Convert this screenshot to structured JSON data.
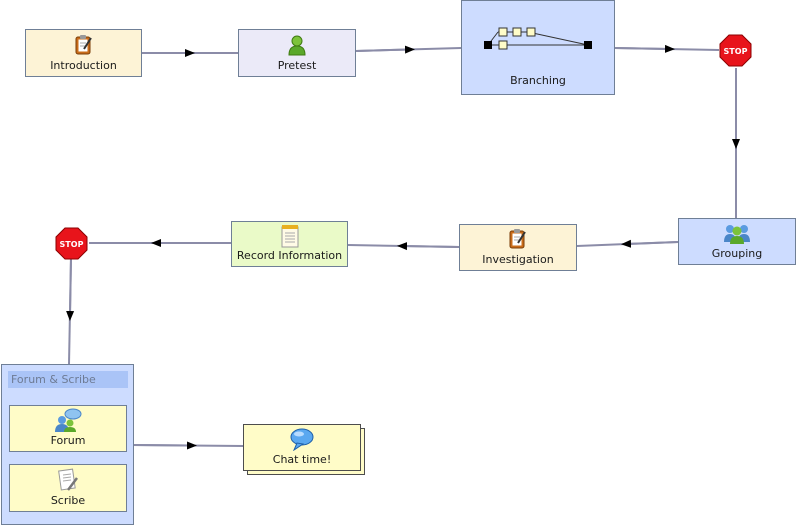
{
  "colors": {
    "edge": "#8b8ca8",
    "activity_tool": "#fdf3d6",
    "activity_assessment": "#ebeaf8",
    "activity_branching": "#cddcff",
    "activity_grouping": "#cddcff",
    "activity_record": "#eafac8",
    "activity_collab": "#fffcc8",
    "group_box": "#cddcff",
    "stop": "#e8141b"
  },
  "activities": {
    "introduction": {
      "label": "Introduction",
      "icon": "clipboard-pencil-icon"
    },
    "pretest": {
      "label": "Pretest",
      "icon": "person-icon"
    },
    "branching": {
      "label": "Branching",
      "icon": "branching-icon"
    },
    "grouping": {
      "label": "Grouping",
      "icon": "group-people-icon"
    },
    "investigation": {
      "label": "Investigation",
      "icon": "clipboard-pencil-icon"
    },
    "record_information": {
      "label": "Record Information",
      "icon": "notepad-icon"
    },
    "forum_scribe": {
      "title": "Forum & Scribe",
      "forum": {
        "label": "Forum",
        "icon": "forum-people-icon"
      },
      "scribe": {
        "label": "Scribe",
        "icon": "document-pencil-icon"
      }
    },
    "chat_time": {
      "label": "Chat time!",
      "icon": "speech-bubble-icon"
    }
  },
  "stop_points": [
    {
      "label": "STOP"
    },
    {
      "label": "STOP"
    }
  ]
}
